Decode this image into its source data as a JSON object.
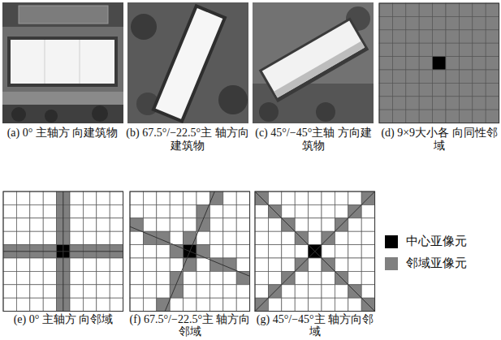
{
  "diagram": {
    "labels": [
      "(a) 0° 主轴方 向建筑物",
      "(b) 67.5°/−22.5°主 轴方向建筑物",
      "(c) 45°/−45°主轴 方向建筑物",
      "(d) 9×9大小各 向同性邻域",
      "(e) 0° 主轴方 向邻域",
      "(f) 67.5°/−22.5°主 轴方向邻域",
      "(g) 45°/−45°主 轴方向邻域"
    ],
    "legend": [
      {
        "text": "中心亚像元",
        "color": "#000000"
      },
      {
        "text": "邻域亚像元",
        "color": "#808080"
      }
    ]
  }
}
